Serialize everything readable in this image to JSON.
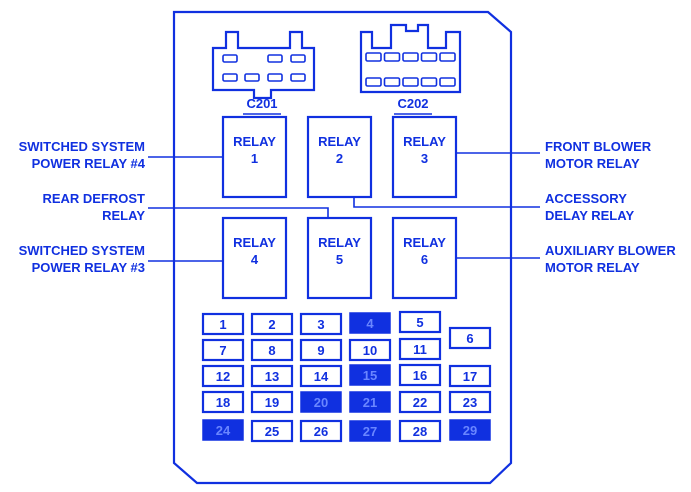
{
  "diagram": {
    "title": "Fuse / Relay Box",
    "colors": {
      "ink": "#1030e0",
      "fill": "#1030e0",
      "filled_text": "#6a86ff",
      "background": "#ffffff"
    },
    "connectors": [
      {
        "id": "c201",
        "label": "C201",
        "pin_rows": [
          3,
          4
        ]
      },
      {
        "id": "c202",
        "label": "C202",
        "pin_rows": [
          5,
          5
        ]
      }
    ],
    "relays": [
      {
        "id": "relay-1",
        "line1": "RELAY",
        "line2": "1"
      },
      {
        "id": "relay-2",
        "line1": "RELAY",
        "line2": "2"
      },
      {
        "id": "relay-3",
        "line1": "RELAY",
        "line2": "3"
      },
      {
        "id": "relay-4",
        "line1": "RELAY",
        "line2": "4"
      },
      {
        "id": "relay-5",
        "line1": "RELAY",
        "line2": "5"
      },
      {
        "id": "relay-6",
        "line1": "RELAY",
        "line2": "6"
      }
    ],
    "callouts_left": [
      {
        "id": "switched-system-power-relay-4",
        "lines": [
          "SWITCHED SYSTEM",
          "POWER RELAY #4"
        ],
        "target": "relay-1"
      },
      {
        "id": "rear-defrost-relay",
        "lines": [
          "REAR DEFROST",
          "RELAY"
        ],
        "target": "relay-5"
      },
      {
        "id": "switched-system-power-relay-3",
        "lines": [
          "SWITCHED SYSTEM",
          "POWER RELAY #3"
        ],
        "target": "relay-4"
      }
    ],
    "callouts_right": [
      {
        "id": "front-blower-motor-relay",
        "lines": [
          "FRONT BLOWER",
          "MOTOR RELAY"
        ],
        "target": "relay-3"
      },
      {
        "id": "accessory-delay-relay",
        "lines": [
          "ACCESSORY",
          "DELAY RELAY"
        ],
        "target": "relay-2"
      },
      {
        "id": "auxiliary-blower-motor-relay",
        "lines": [
          "AUXILIARY BLOWER",
          "MOTOR RELAY"
        ],
        "target": "relay-6"
      }
    ],
    "fuses": [
      {
        "num": "1",
        "filled": false
      },
      {
        "num": "2",
        "filled": false
      },
      {
        "num": "3",
        "filled": false
      },
      {
        "num": "4",
        "filled": true
      },
      {
        "num": "5",
        "filled": false
      },
      {
        "num": "6",
        "filled": false
      },
      {
        "num": "7",
        "filled": false
      },
      {
        "num": "8",
        "filled": false
      },
      {
        "num": "9",
        "filled": false
      },
      {
        "num": "10",
        "filled": false
      },
      {
        "num": "11",
        "filled": false
      },
      {
        "num": "12",
        "filled": false
      },
      {
        "num": "13",
        "filled": false
      },
      {
        "num": "14",
        "filled": false
      },
      {
        "num": "15",
        "filled": true
      },
      {
        "num": "16",
        "filled": false
      },
      {
        "num": "17",
        "filled": false
      },
      {
        "num": "18",
        "filled": false
      },
      {
        "num": "19",
        "filled": false
      },
      {
        "num": "20",
        "filled": true
      },
      {
        "num": "21",
        "filled": true
      },
      {
        "num": "22",
        "filled": false
      },
      {
        "num": "23",
        "filled": false
      },
      {
        "num": "24",
        "filled": true
      },
      {
        "num": "25",
        "filled": false
      },
      {
        "num": "26",
        "filled": false
      },
      {
        "num": "27",
        "filled": true
      },
      {
        "num": "28",
        "filled": false
      },
      {
        "num": "29",
        "filled": true
      }
    ]
  }
}
